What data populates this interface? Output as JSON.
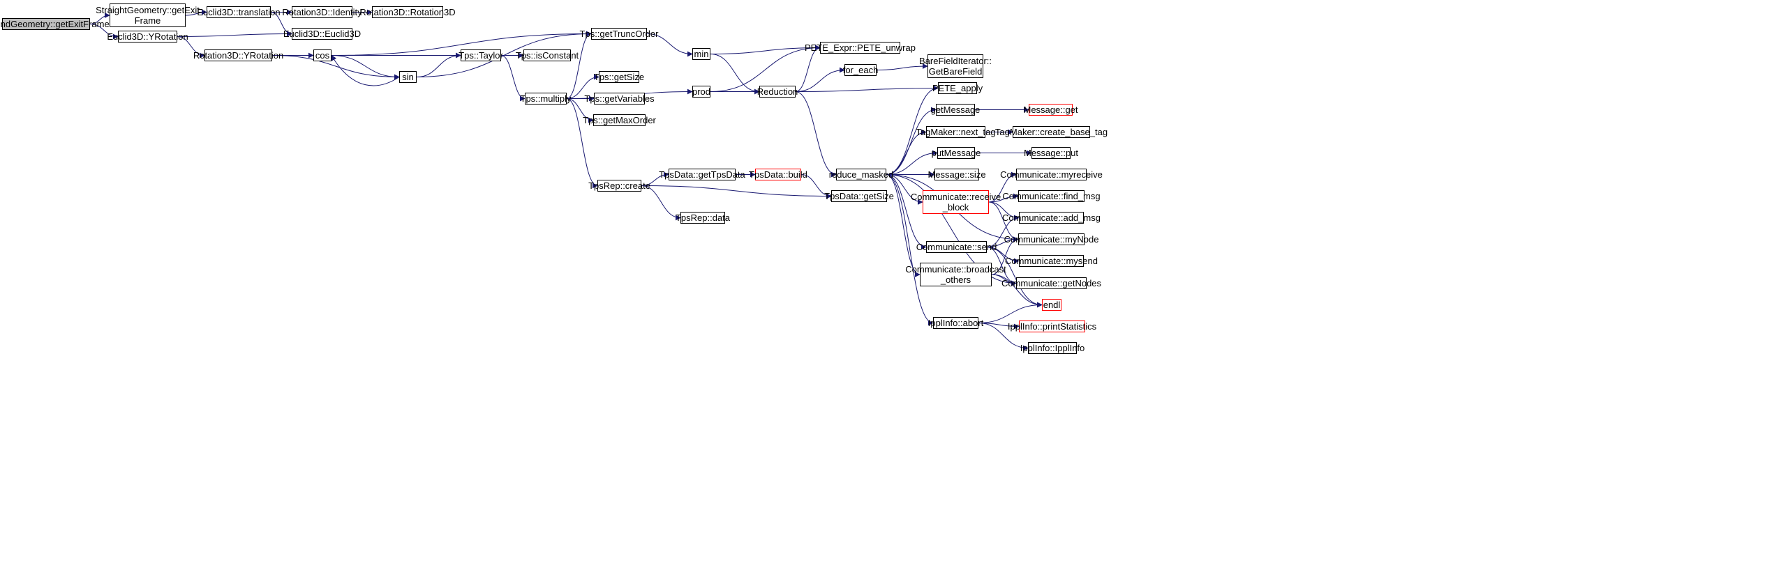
{
  "colors": {
    "edge": "#191970",
    "root_fill": "#bfbfbf",
    "truncated_border": "#ff0000",
    "node_border": "#000000"
  },
  "nodes": {
    "n_root": {
      "label": "RBendGeometry::getExitFrame",
      "root": true
    },
    "n_sg_exit": {
      "label": "StraightGeometry::getExit\nFrame"
    },
    "n_e_ytr": {
      "label": "Euclid3D::YRotation"
    },
    "n_e_trans": {
      "label": "Euclid3D::translation"
    },
    "n_r_ident": {
      "label": "Rotation3D::Identity"
    },
    "n_r_r3d": {
      "label": "Rotation3D::Rotation3D"
    },
    "n_e_e3d": {
      "label": "Euclid3D::Euclid3D"
    },
    "n_r_yrot": {
      "label": "Rotation3D::YRotation"
    },
    "n_cos": {
      "label": "cos"
    },
    "n_sin": {
      "label": "sin"
    },
    "n_tps_trunc": {
      "label": "Tps::getTruncOrder"
    },
    "n_tps_taylor": {
      "label": "Tps::Taylor"
    },
    "n_tps_iscon": {
      "label": "Tps::isConstant"
    },
    "n_tps_mult": {
      "label": "Tps::multiply"
    },
    "n_tps_gsize": {
      "label": "Tps::getSize"
    },
    "n_tps_gvars": {
      "label": "Tps::getVariables"
    },
    "n_tps_gmax": {
      "label": "Tps::getMaxOrder"
    },
    "n_tpsrep_create": {
      "label": "TpsRep::create"
    },
    "n_tpsdata_get": {
      "label": "TpsData::getTpsData"
    },
    "n_tpsdata_build": {
      "label": "TpsData::build",
      "truncated": true
    },
    "n_tpsdata_size": {
      "label": "TpsData::getSize"
    },
    "n_tpsrep_data": {
      "label": "TpsRep::data"
    },
    "n_min": {
      "label": "min"
    },
    "n_prod": {
      "label": "prod"
    },
    "n_reduction": {
      "label": "Reduction"
    },
    "n_pete_unwrap": {
      "label": "PETE_Expr::PETE_unwrap"
    },
    "n_for_each": {
      "label": "for_each"
    },
    "n_bfi": {
      "label": "BareFieldIterator::\nGetBareField"
    },
    "n_pete_apply": {
      "label": "PETE_apply"
    },
    "n_reduce_masked": {
      "label": "reduce_masked"
    },
    "n_getmessage": {
      "label": "getMessage"
    },
    "n_msg_get": {
      "label": "Message::get",
      "truncated": true
    },
    "n_tag_next": {
      "label": "TagMaker::next_tag"
    },
    "n_tag_create": {
      "label": "TagMaker::create_base_tag"
    },
    "n_putmessage": {
      "label": "putMessage"
    },
    "n_msg_put": {
      "label": "Message::put"
    },
    "n_msg_size": {
      "label": "Message::size"
    },
    "n_comm_recv": {
      "label": "Communicate::receive\n_block",
      "truncated": true
    },
    "n_comm_myrecv": {
      "label": "Communicate::myreceive"
    },
    "n_comm_find": {
      "label": "Communicate::find_msg"
    },
    "n_comm_add": {
      "label": "Communicate::add_msg"
    },
    "n_comm_send": {
      "label": "Communicate::send"
    },
    "n_comm_mynode": {
      "label": "Communicate::myNode"
    },
    "n_comm_bcast": {
      "label": "Communicate::broadcast\n_others"
    },
    "n_comm_mysend": {
      "label": "Communicate::mysend"
    },
    "n_comm_getnodes": {
      "label": "Communicate::getNodes"
    },
    "n_endl": {
      "label": "endl",
      "truncated": true
    },
    "n_ippl_abort": {
      "label": "IpplInfo::abort"
    },
    "n_ippl_stats": {
      "label": "IpplInfo::printStatistics",
      "truncated": true
    },
    "n_ippl_ctor": {
      "label": "IpplInfo::IpplInfo"
    }
  },
  "edges": [
    [
      "n_root",
      "n_sg_exit"
    ],
    [
      "n_root",
      "n_e_ytr"
    ],
    [
      "n_sg_exit",
      "n_e_trans"
    ],
    [
      "n_e_trans",
      "n_r_ident"
    ],
    [
      "n_e_trans",
      "n_e_e3d"
    ],
    [
      "n_r_ident",
      "n_r_r3d"
    ],
    [
      "n_e_ytr",
      "n_e_e3d"
    ],
    [
      "n_e_ytr",
      "n_r_yrot"
    ],
    [
      "n_r_yrot",
      "n_cos"
    ],
    [
      "n_r_yrot",
      "n_sin"
    ],
    [
      "n_cos",
      "n_tps_trunc"
    ],
    [
      "n_cos",
      "n_tps_taylor"
    ],
    [
      "n_cos",
      "n_sin"
    ],
    [
      "n_sin",
      "n_cos"
    ],
    [
      "n_sin",
      "n_tps_taylor"
    ],
    [
      "n_sin",
      "n_tps_trunc"
    ],
    [
      "n_tps_taylor",
      "n_tps_iscon"
    ],
    [
      "n_tps_taylor",
      "n_tps_mult"
    ],
    [
      "n_tps_mult",
      "n_tps_trunc"
    ],
    [
      "n_tps_mult",
      "n_tps_gsize"
    ],
    [
      "n_tps_mult",
      "n_tps_gvars"
    ],
    [
      "n_tps_mult",
      "n_tps_gmax"
    ],
    [
      "n_tps_mult",
      "n_tpsrep_create"
    ],
    [
      "n_tps_mult",
      "n_prod"
    ],
    [
      "n_tps_trunc",
      "n_min"
    ],
    [
      "n_min",
      "n_pete_unwrap"
    ],
    [
      "n_min",
      "n_reduction"
    ],
    [
      "n_prod",
      "n_pete_unwrap"
    ],
    [
      "n_prod",
      "n_reduction"
    ],
    [
      "n_reduction",
      "n_pete_unwrap"
    ],
    [
      "n_reduction",
      "n_for_each"
    ],
    [
      "n_reduction",
      "n_pete_apply"
    ],
    [
      "n_reduction",
      "n_reduce_masked"
    ],
    [
      "n_for_each",
      "n_bfi"
    ],
    [
      "n_tpsrep_create",
      "n_tpsdata_get"
    ],
    [
      "n_tpsrep_create",
      "n_tpsdata_size"
    ],
    [
      "n_tpsrep_create",
      "n_tpsrep_data"
    ],
    [
      "n_tpsdata_get",
      "n_tpsdata_build"
    ],
    [
      "n_tpsdata_build",
      "n_tpsdata_size"
    ],
    [
      "n_reduce_masked",
      "n_pete_apply"
    ],
    [
      "n_reduce_masked",
      "n_getmessage"
    ],
    [
      "n_reduce_masked",
      "n_tag_next"
    ],
    [
      "n_reduce_masked",
      "n_putmessage"
    ],
    [
      "n_reduce_masked",
      "n_msg_size"
    ],
    [
      "n_reduce_masked",
      "n_comm_recv"
    ],
    [
      "n_reduce_masked",
      "n_comm_send"
    ],
    [
      "n_reduce_masked",
      "n_comm_mynode"
    ],
    [
      "n_reduce_masked",
      "n_comm_bcast"
    ],
    [
      "n_reduce_masked",
      "n_comm_getnodes"
    ],
    [
      "n_reduce_masked",
      "n_ippl_abort"
    ],
    [
      "n_getmessage",
      "n_msg_get"
    ],
    [
      "n_tag_next",
      "n_tag_create"
    ],
    [
      "n_putmessage",
      "n_msg_put"
    ],
    [
      "n_comm_recv",
      "n_comm_myrecv"
    ],
    [
      "n_comm_recv",
      "n_comm_find"
    ],
    [
      "n_comm_recv",
      "n_comm_add"
    ],
    [
      "n_comm_recv",
      "n_comm_mynode"
    ],
    [
      "n_comm_send",
      "n_comm_add"
    ],
    [
      "n_comm_send",
      "n_comm_mynode"
    ],
    [
      "n_comm_send",
      "n_comm_mysend"
    ],
    [
      "n_comm_send",
      "n_comm_getnodes"
    ],
    [
      "n_comm_send",
      "n_endl"
    ],
    [
      "n_comm_bcast",
      "n_comm_mynode"
    ],
    [
      "n_comm_bcast",
      "n_comm_getnodes"
    ],
    [
      "n_comm_bcast",
      "n_endl"
    ],
    [
      "n_ippl_abort",
      "n_endl"
    ],
    [
      "n_ippl_abort",
      "n_ippl_stats"
    ],
    [
      "n_ippl_abort",
      "n_ippl_ctor"
    ]
  ]
}
